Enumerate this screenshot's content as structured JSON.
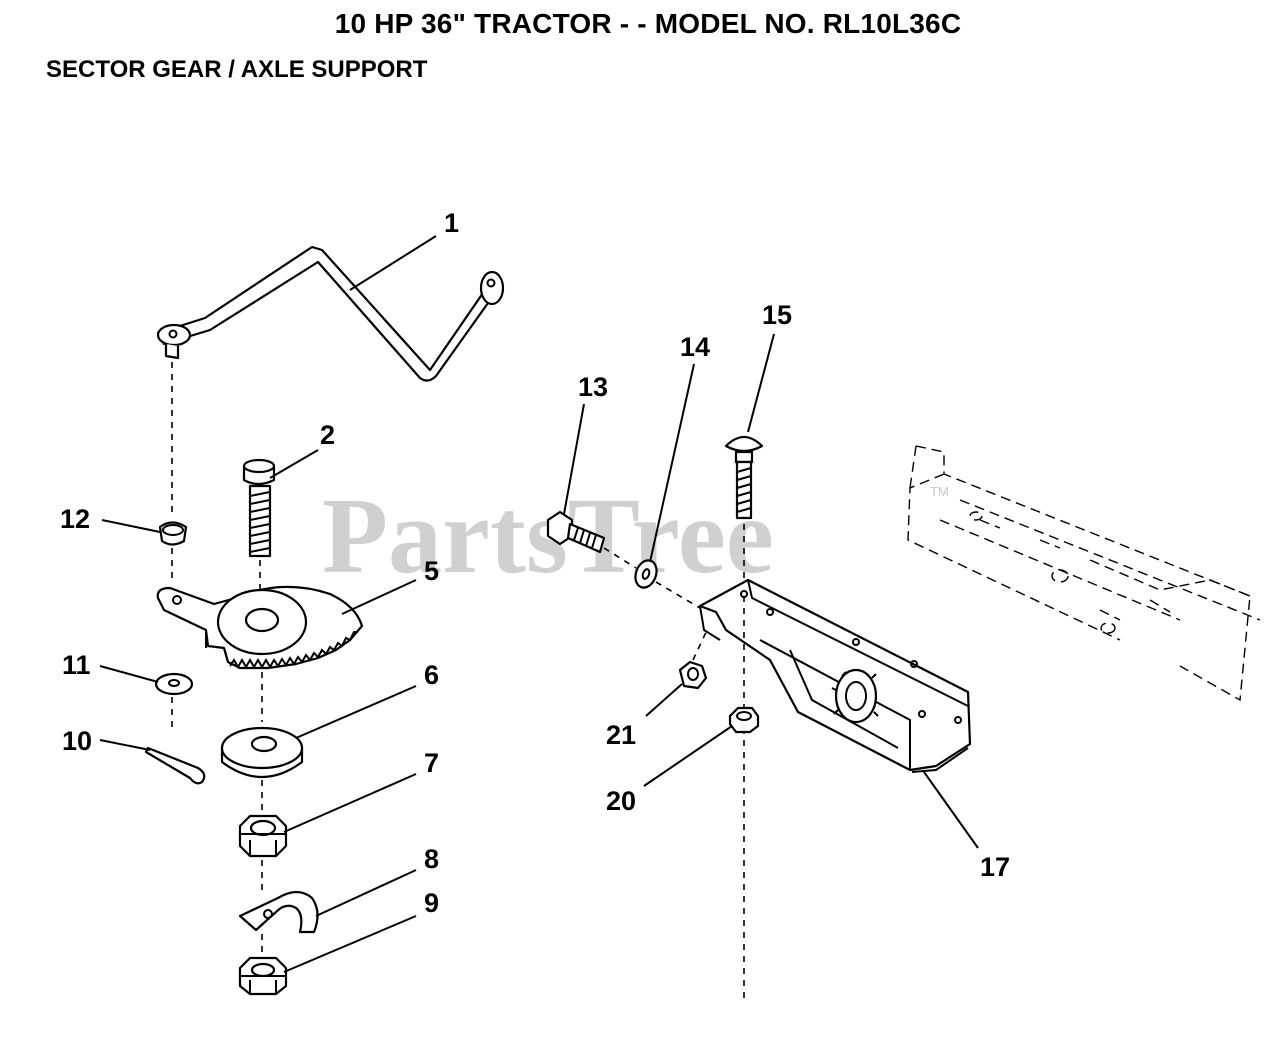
{
  "header": {
    "title": "10 HP 36\" TRACTOR - - MODEL NO. RL10L36C",
    "subtitle": "SECTOR GEAR / AXLE SUPPORT"
  },
  "watermark": {
    "text": "PartsTree",
    "trademark": "TM"
  },
  "callouts": {
    "c1": "1",
    "c2": "2",
    "c5": "5",
    "c6": "6",
    "c7": "7",
    "c8": "8",
    "c9": "9",
    "c10": "10",
    "c11": "11",
    "c12": "12",
    "c13": "13",
    "c14": "14",
    "c15": "15",
    "c17": "17",
    "c20": "20",
    "c21": "21"
  }
}
